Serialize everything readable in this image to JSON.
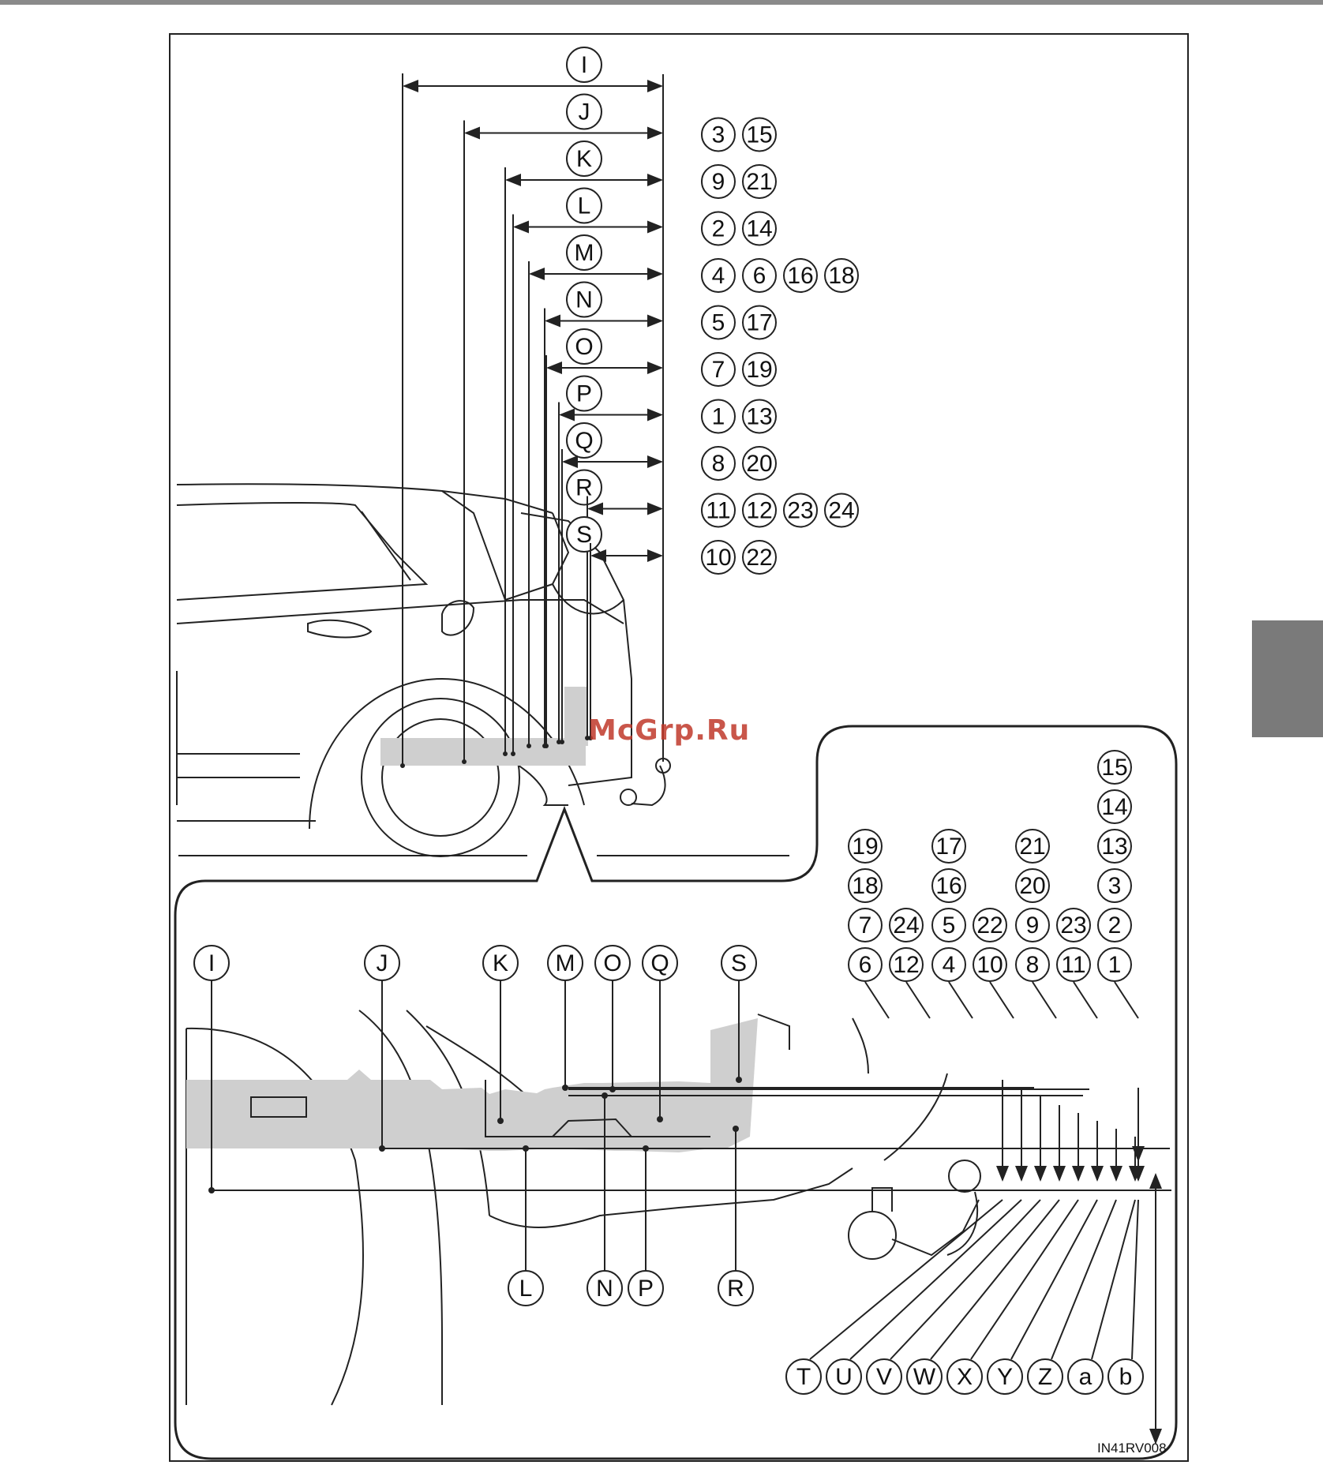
{
  "watermark": "McGrp.Ru",
  "figure_code": "IN41RV008",
  "colors": {
    "line": "#222222",
    "shade": "#cfcfcf",
    "tab": "#7a7a7a",
    "watermark": "#c0392b"
  },
  "dimensions": [
    {
      "letter": "I",
      "numbers": []
    },
    {
      "letter": "J",
      "numbers": [
        "3",
        "15"
      ]
    },
    {
      "letter": "K",
      "numbers": [
        "9",
        "21"
      ]
    },
    {
      "letter": "L",
      "numbers": [
        "2",
        "14"
      ]
    },
    {
      "letter": "M",
      "numbers": [
        "4",
        "6",
        "16",
        "18"
      ]
    },
    {
      "letter": "N",
      "numbers": [
        "5",
        "17"
      ]
    },
    {
      "letter": "O",
      "numbers": [
        "7",
        "19"
      ]
    },
    {
      "letter": "P",
      "numbers": [
        "1",
        "13"
      ]
    },
    {
      "letter": "Q",
      "numbers": [
        "8",
        "20"
      ]
    },
    {
      "letter": "R",
      "numbers": [
        "11",
        "12",
        "23",
        "24"
      ]
    },
    {
      "letter": "S",
      "numbers": [
        "10",
        "22"
      ]
    }
  ],
  "detail_top_letters": [
    "I",
    "J",
    "K",
    "M",
    "O",
    "Q",
    "S"
  ],
  "detail_bottom_letters": [
    "L",
    "N",
    "P",
    "R"
  ],
  "number_columns": [
    [
      "6",
      "7",
      "18",
      "19"
    ],
    [
      "12",
      "24"
    ],
    [
      "4",
      "5",
      "16",
      "17"
    ],
    [
      "10",
      "22"
    ],
    [
      "8",
      "9",
      "20",
      "21"
    ],
    [
      "11",
      "23"
    ],
    [
      "1",
      "2",
      "3",
      "13",
      "14",
      "15"
    ]
  ],
  "height_letters": [
    "T",
    "U",
    "V",
    "W",
    "X",
    "Y",
    "Z",
    "a",
    "b"
  ]
}
